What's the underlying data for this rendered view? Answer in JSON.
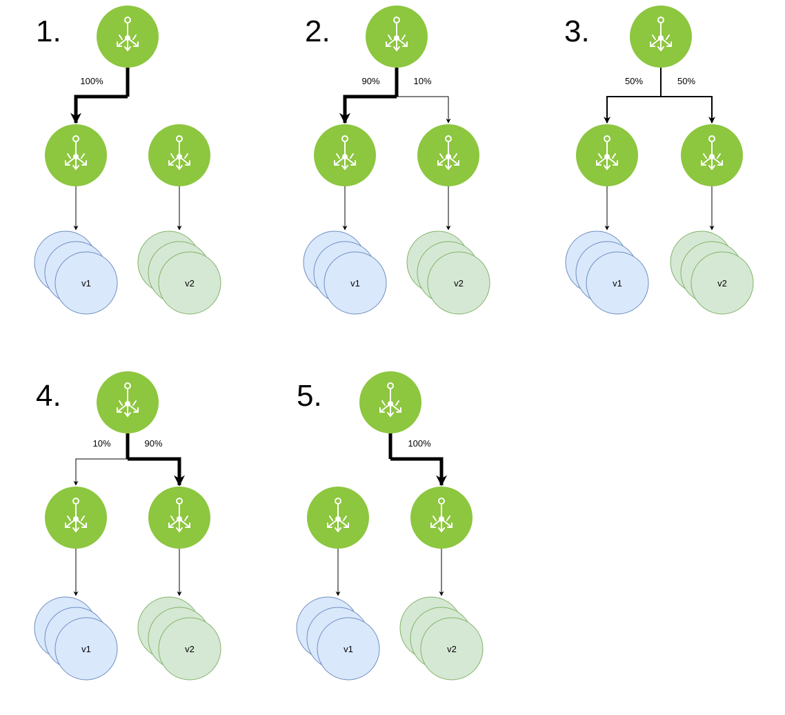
{
  "colors": {
    "router": "#8dc63f",
    "router_icon": "#ffffff",
    "v1_fill": "#dae8fc",
    "v1_stroke": "#6c8ebf",
    "v2_fill": "#d5e8d4",
    "v2_stroke": "#82b366",
    "line": "#000000"
  },
  "icons": {
    "router": "load-balancer-split-icon"
  },
  "steps": [
    {
      "label": "1.",
      "left_pct": "100%",
      "right_pct": "",
      "left_weight": "heavy",
      "right_weight": "none",
      "v1_label": "v1",
      "v2_label": "v2"
    },
    {
      "label": "2.",
      "left_pct": "90%",
      "right_pct": "10%",
      "left_weight": "heavy",
      "right_weight": "thin",
      "v1_label": "v1",
      "v2_label": "v2"
    },
    {
      "label": "3.",
      "left_pct": "50%",
      "right_pct": "50%",
      "left_weight": "medium",
      "right_weight": "medium",
      "v1_label": "v1",
      "v2_label": "v2"
    },
    {
      "label": "4.",
      "left_pct": "10%",
      "right_pct": "90%",
      "left_weight": "thin",
      "right_weight": "heavy",
      "v1_label": "v1",
      "v2_label": "v2"
    },
    {
      "label": "5.",
      "left_pct": "",
      "right_pct": "100%",
      "left_weight": "none",
      "right_weight": "heavy",
      "v1_label": "v1",
      "v2_label": "v2"
    }
  ]
}
